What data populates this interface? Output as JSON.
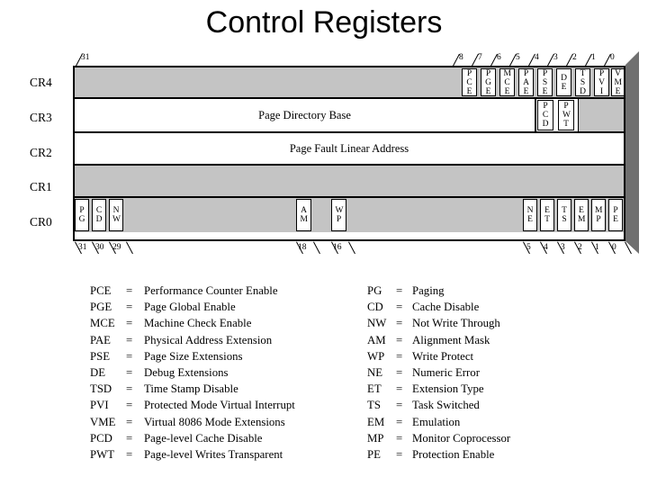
{
  "title": "Control Registers",
  "colors": {
    "cell_fill": "#ffffff",
    "reserved_gray": "#c4c4c4",
    "shadow_gray": "#707070",
    "line": "#000000"
  },
  "scale": {
    "top_left": "31",
    "top_bits": [
      "8",
      "7",
      "6",
      "5",
      "4",
      "3",
      "2",
      "1",
      "0"
    ],
    "bottom_bits": [
      "31",
      "30",
      "29",
      "18",
      "16",
      "5",
      "4",
      "3",
      "2",
      "1",
      "0"
    ]
  },
  "registers": {
    "cr4": {
      "name": "CR4",
      "cells": [
        "PCE",
        "PGE",
        "MCE",
        "PAE",
        "PSE",
        "DE",
        "TSD",
        "PVI",
        "VME"
      ]
    },
    "cr3": {
      "name": "CR3",
      "field": "Page Directory Base",
      "cells": [
        "PCD",
        "PWT"
      ]
    },
    "cr2": {
      "name": "CR2",
      "field": "Page Fault Linear Address"
    },
    "cr1": {
      "name": "CR1"
    },
    "cr0": {
      "name": "CR0",
      "cells": [
        "PG",
        "CD",
        "NW",
        "AM",
        "WP",
        "NE",
        "ET",
        "TS",
        "EM",
        "MP",
        "PE"
      ]
    }
  },
  "legend": {
    "eq": "=",
    "left": [
      {
        "abbr": "PCE",
        "desc": "Performance Counter Enable"
      },
      {
        "abbr": "PGE",
        "desc": "Page Global Enable"
      },
      {
        "abbr": "MCE",
        "desc": "Machine Check Enable"
      },
      {
        "abbr": "PAE",
        "desc": "Physical Address Extension"
      },
      {
        "abbr": "PSE",
        "desc": "Page Size Extensions"
      },
      {
        "abbr": "DE",
        "desc": "Debug Extensions"
      },
      {
        "abbr": "TSD",
        "desc": "Time Stamp Disable"
      },
      {
        "abbr": "PVI",
        "desc": "Protected Mode Virtual Interrupt"
      },
      {
        "abbr": "VME",
        "desc": "Virtual 8086 Mode Extensions"
      },
      {
        "abbr": "PCD",
        "desc": "Page-level Cache Disable"
      },
      {
        "abbr": "PWT",
        "desc": "Page-level Writes Transparent"
      }
    ],
    "right": [
      {
        "abbr": "PG",
        "desc": "Paging"
      },
      {
        "abbr": "CD",
        "desc": "Cache Disable"
      },
      {
        "abbr": "NW",
        "desc": "Not Write Through"
      },
      {
        "abbr": "AM",
        "desc": "Alignment Mask"
      },
      {
        "abbr": "WP",
        "desc": "Write Protect"
      },
      {
        "abbr": "NE",
        "desc": "Numeric Error"
      },
      {
        "abbr": "ET",
        "desc": "Extension Type"
      },
      {
        "abbr": "TS",
        "desc": "Task Switched"
      },
      {
        "abbr": "EM",
        "desc": "Emulation"
      },
      {
        "abbr": "MP",
        "desc": "Monitor Coprocessor"
      },
      {
        "abbr": "PE",
        "desc": "Protection Enable"
      }
    ]
  }
}
